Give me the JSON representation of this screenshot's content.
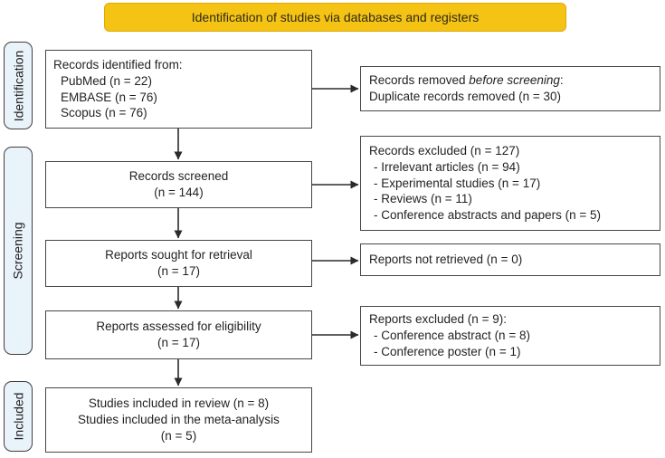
{
  "banner": {
    "title": "Identification of studies via databases and registers"
  },
  "stages": [
    {
      "label": "Identification"
    },
    {
      "label": "Screening"
    },
    {
      "label": "Included"
    }
  ],
  "flow": {
    "identified": {
      "lines": [
        "Records identified from:",
        "PubMed (n = 22)",
        "EMBASE (n = 76)",
        "Scopus (n = 76)"
      ]
    },
    "screened": {
      "lines": [
        "Records screened",
        "(n = 144)"
      ]
    },
    "sought": {
      "lines": [
        "Reports sought for retrieval",
        "(n = 17)"
      ]
    },
    "assessed": {
      "lines": [
        "Reports assessed for eligibility",
        "(n = 17)"
      ]
    },
    "included": {
      "lines": [
        "Studies included in review (n = 8)",
        "Studies included in the meta-analysis",
        "(n = 5)"
      ]
    }
  },
  "exclusions": {
    "removed_before_screening": {
      "prefix": "Records removed ",
      "italic": "before screening",
      "suffix": ":",
      "lines": [
        "Duplicate records removed (n = 30)"
      ]
    },
    "records_excluded": {
      "lines": [
        "Records excluded (n = 127)",
        "- Irrelevant articles (n = 94)",
        "- Experimental studies (n = 17)",
        "- Reviews (n = 11)",
        "- Conference abstracts and papers (n = 5)"
      ]
    },
    "not_retrieved": {
      "lines": [
        "Reports not retrieved (n = 0)"
      ]
    },
    "reports_excluded": {
      "lines": [
        "Reports excluded (n = 9):",
        "- Conference abstract (n = 8)",
        "- Conference poster (n = 1)"
      ]
    }
  },
  "colors": {
    "banner_bg": "#F5C313",
    "stage_bg": "#E8F3FA",
    "box_border": "#4B4545",
    "arrow": "#2B2B2B",
    "text": "#231F20"
  }
}
